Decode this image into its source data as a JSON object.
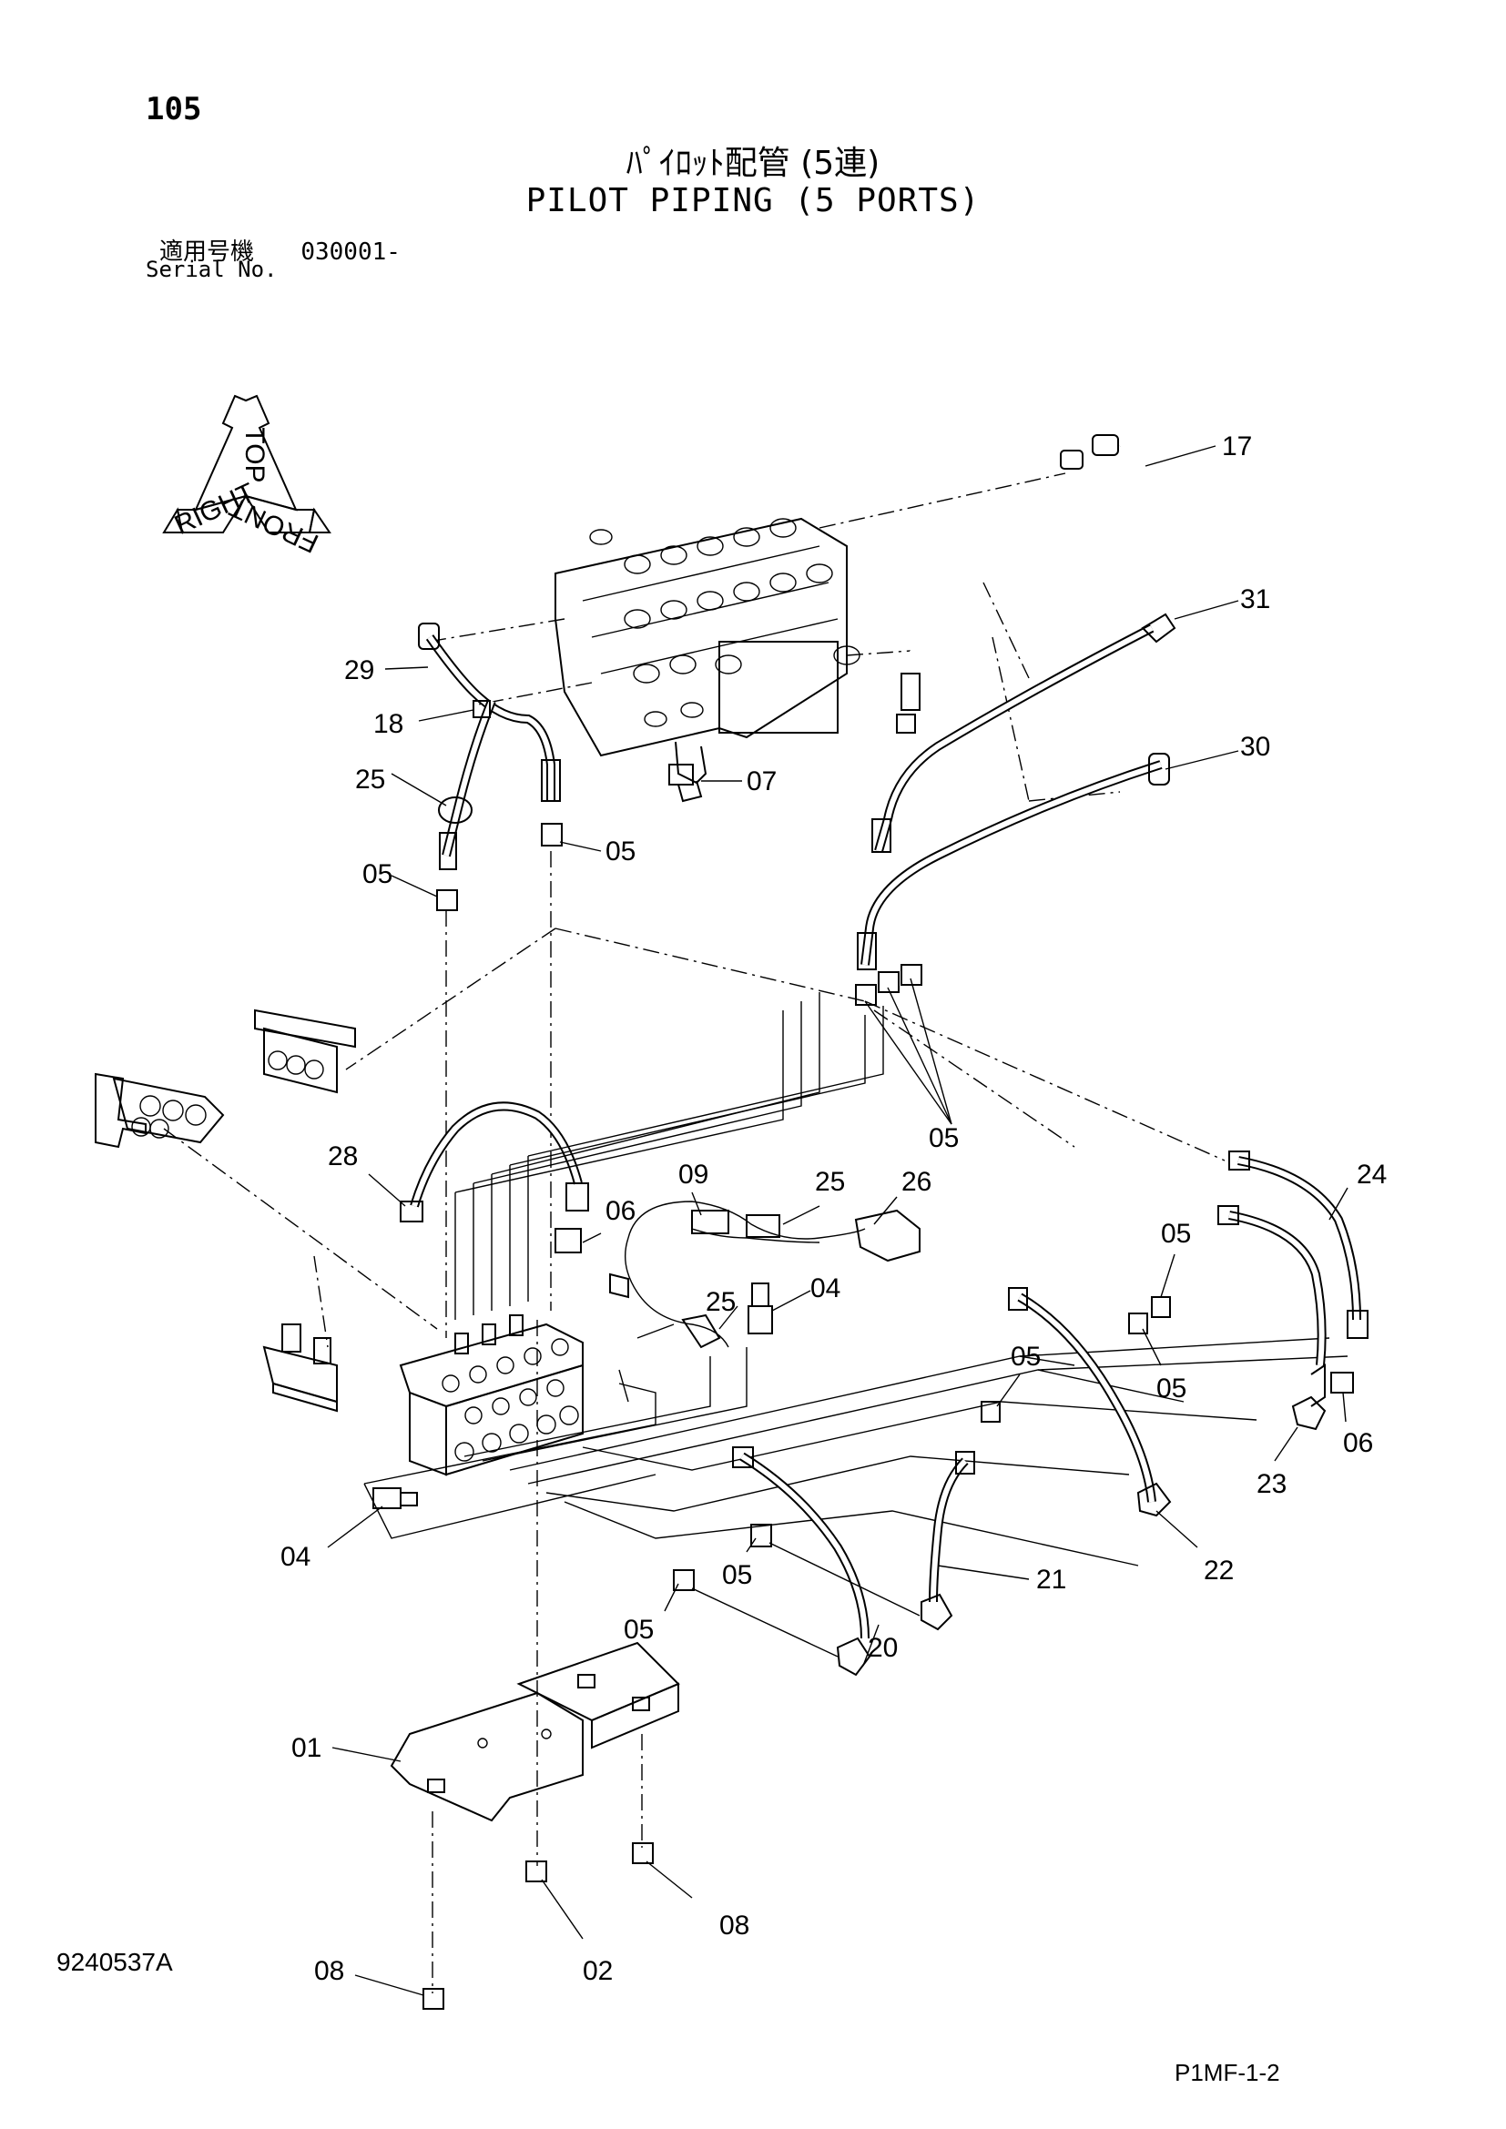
{
  "header": {
    "page_number": "105",
    "title_jp": "ﾊﾟｲﾛｯﾄ配管 (5連)",
    "title_en": "PILOT PIPING (5 PORTS)",
    "serial_label_jp": "適用号機",
    "serial_value": "030001-",
    "serial_label_en": "Serial No."
  },
  "orientation_icon": {
    "labels": [
      "TOP",
      "RIGHT",
      "FRONT"
    ]
  },
  "callouts": [
    {
      "id": "17",
      "label": "17"
    },
    {
      "id": "31",
      "label": "31"
    },
    {
      "id": "30",
      "label": "30"
    },
    {
      "id": "29",
      "label": "29"
    },
    {
      "id": "18",
      "label": "18"
    },
    {
      "id": "25a",
      "label": "25"
    },
    {
      "id": "07",
      "label": "07"
    },
    {
      "id": "05a",
      "label": "05"
    },
    {
      "id": "05b",
      "label": "05"
    },
    {
      "id": "05c",
      "label": "05"
    },
    {
      "id": "28",
      "label": "28"
    },
    {
      "id": "09",
      "label": "09"
    },
    {
      "id": "25b",
      "label": "25"
    },
    {
      "id": "26",
      "label": "26"
    },
    {
      "id": "24",
      "label": "24"
    },
    {
      "id": "06a",
      "label": "06"
    },
    {
      "id": "04a",
      "label": "04"
    },
    {
      "id": "25c",
      "label": "25"
    },
    {
      "id": "05d",
      "label": "05"
    },
    {
      "id": "05e",
      "label": "05"
    },
    {
      "id": "05f",
      "label": "05"
    },
    {
      "id": "06b",
      "label": "06"
    },
    {
      "id": "23",
      "label": "23"
    },
    {
      "id": "22",
      "label": "22"
    },
    {
      "id": "04b",
      "label": "04"
    },
    {
      "id": "05g",
      "label": "05"
    },
    {
      "id": "05h",
      "label": "05"
    },
    {
      "id": "21",
      "label": "21"
    },
    {
      "id": "20",
      "label": "20"
    },
    {
      "id": "01",
      "label": "01"
    },
    {
      "id": "08a",
      "label": "08"
    },
    {
      "id": "02",
      "label": "02"
    },
    {
      "id": "08b",
      "label": "08"
    }
  ],
  "footer": {
    "drawing_number": "9240537A",
    "sheet_code": "P1MF-1-2"
  }
}
